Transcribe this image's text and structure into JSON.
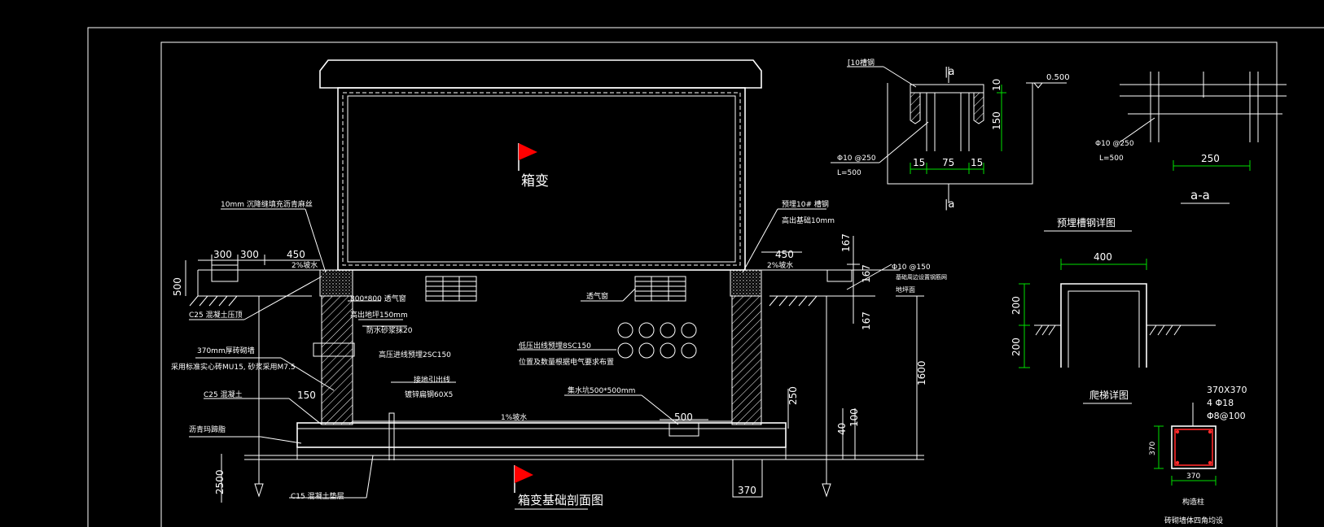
{
  "labels": {
    "box_title": "箱变",
    "main_title": "箱变基础剖面图",
    "joint_note": "10mm 沉降缝填充沥青麻丝",
    "steel_note_1": "预埋10# 槽钢",
    "steel_note_2": "高出基础10mm",
    "c25_top": "C25 混凝土压顶",
    "vent_note_1": "800*800 透气窗",
    "vent_note_2": "高出地坪150mm",
    "vent_note_3": "防水砂浆抹20",
    "wall_note": "370mm厚砖砌墙",
    "brick_note": "采用标准实心砖MU15, 砂浆采用M7.5",
    "hv_pipe": "高压进线预埋2SC150",
    "c25_concrete": "C25 混凝土",
    "asphalt": "沥青玛蹄脂",
    "c15_layer": "C15 混凝土垫层",
    "ground_lead_1": "接地引出线",
    "ground_lead_2": "镀锌扁钢60X5",
    "vent_right": "透气窗",
    "lv_pipe_1": "低压出线预埋8SC150",
    "lv_pipe_2": "位置及数量根据电气要求布置",
    "sump_note": "集水坑500*500mm",
    "slope_mid": "1%坡水",
    "slope_left": "2%坡水",
    "slope_right": "2%坡水",
    "rebar_note_1": "Φ10 @150",
    "rebar_note_2": "基础周边设置钢筋网",
    "ground_level": "地坪面",
    "steel10_label": "[10槽钢",
    "phi10_250_a": "Φ10 @250",
    "l500_a": "L=500",
    "phi10_250_b": "Φ10 @250",
    "l500_b": "L=500",
    "section_mark_top": "|a",
    "section_mark_bottom": "|a",
    "elev_0500": "0.500",
    "aa_label": "a-a",
    "detail_embed": "预埋槽钢详图",
    "detail_ladder": "爬梯详图",
    "col_size": "370X370",
    "col_bars": "4 Φ18",
    "col_ties": "Φ8@100",
    "col_name": "构造柱",
    "col_note": "砖砌墙体四角均设",
    "col_dim_v": "370",
    "col_dim_h": "370"
  },
  "dimensions": {
    "d300a": "300",
    "d300b": "300",
    "d450l": "450",
    "d450r": "450",
    "d500": "500",
    "d167a": "167",
    "d167b": "167",
    "d167c": "167",
    "d150": "150",
    "d1600": "1600",
    "d250": "250",
    "d40": "40",
    "d100": "100",
    "d2500": "2500",
    "d370": "370",
    "d500sump": "500",
    "det_15a": "15",
    "det_75": "75",
    "det_15b": "15",
    "det_10": "10",
    "det_150": "150",
    "det_250": "250",
    "lad_400": "400",
    "lad_200a": "200",
    "lad_200b": "200"
  },
  "colors": {
    "background": "#000000",
    "lines": "#ffffff",
    "dimension": "#00e000",
    "flag": "#ff0000",
    "rebar": "#ff2a2a"
  }
}
